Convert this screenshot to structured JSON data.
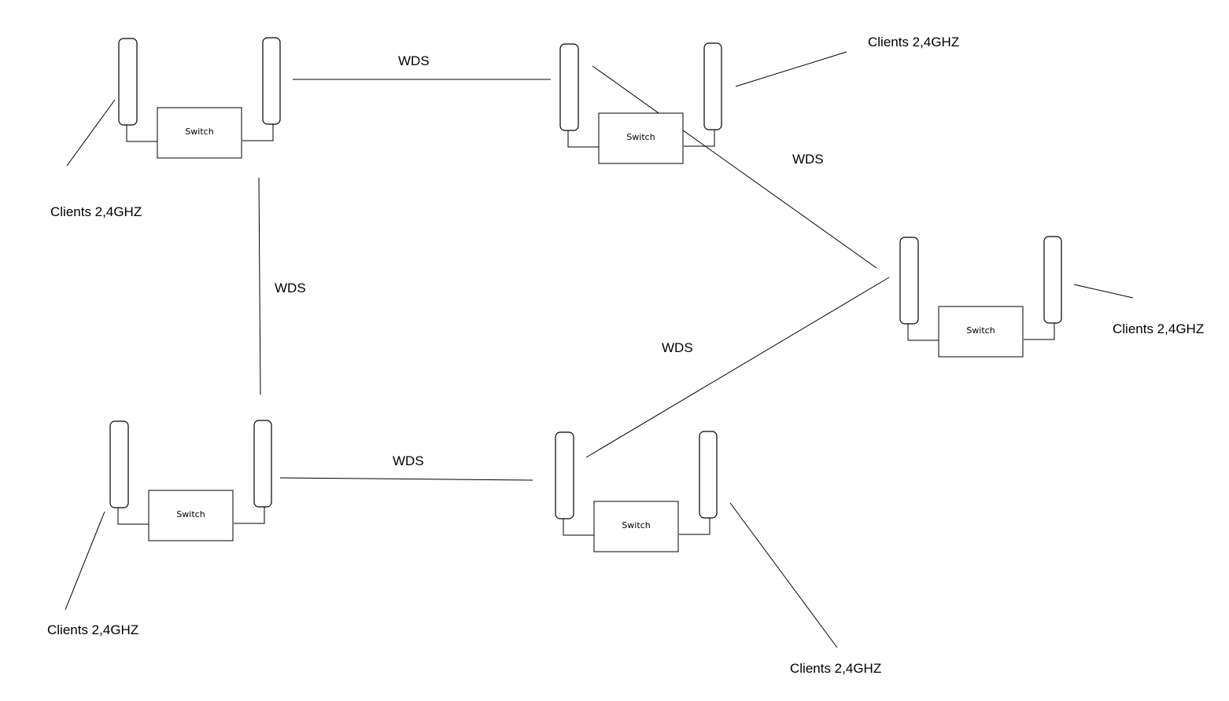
{
  "diagram": {
    "nodes": [
      {
        "id": "ap-1",
        "switch_label": "Switch"
      },
      {
        "id": "ap-2",
        "switch_label": "Switch"
      },
      {
        "id": "ap-3",
        "switch_label": "Switch"
      },
      {
        "id": "ap-4",
        "switch_label": "Switch"
      },
      {
        "id": "ap-5",
        "switch_label": "Switch"
      }
    ],
    "links": [
      {
        "from": "ap-1",
        "to": "ap-2",
        "label": "WDS"
      },
      {
        "from": "ap-1",
        "to": "ap-4",
        "label": "WDS"
      },
      {
        "from": "ap-2",
        "to": "ap-3",
        "label": "WDS"
      },
      {
        "from": "ap-5",
        "to": "ap-3",
        "label": "WDS"
      },
      {
        "from": "ap-4",
        "to": "ap-5",
        "label": "WDS"
      }
    ],
    "client_labels": [
      {
        "node": "ap-1",
        "label": "Clients 2,4GHZ"
      },
      {
        "node": "ap-2",
        "label": "Clients 2,4GHZ"
      },
      {
        "node": "ap-3",
        "label": "Clients 2,4GHZ"
      },
      {
        "node": "ap-4",
        "label": "Clients 2,4GHZ"
      },
      {
        "node": "ap-5",
        "label": "Clients 2,4GHZ"
      }
    ]
  }
}
